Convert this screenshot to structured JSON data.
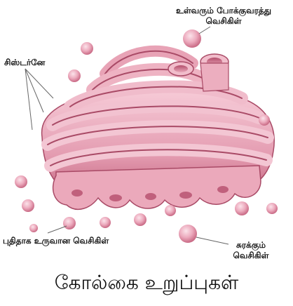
{
  "title": "கோல்கை உறுப்புகள்",
  "labels": {
    "incoming_line1": "உள்வரும் போக்குவரத்து",
    "incoming_line2": "வெசிகிள்",
    "cisternae": "சிஸ்டர்னே",
    "new_vesicles": "புதிதாக உருவான வெசிகிள்",
    "secretory_line1": "சுரக்கும்",
    "secretory_line2": "வெசிகிள்"
  },
  "colors": {
    "membrane_light": "#f4c2cf",
    "membrane_mid": "#e69bb0",
    "membrane_dark": "#b8546f",
    "membrane_shadow": "#8f3a52",
    "leader_line": "#666666"
  }
}
